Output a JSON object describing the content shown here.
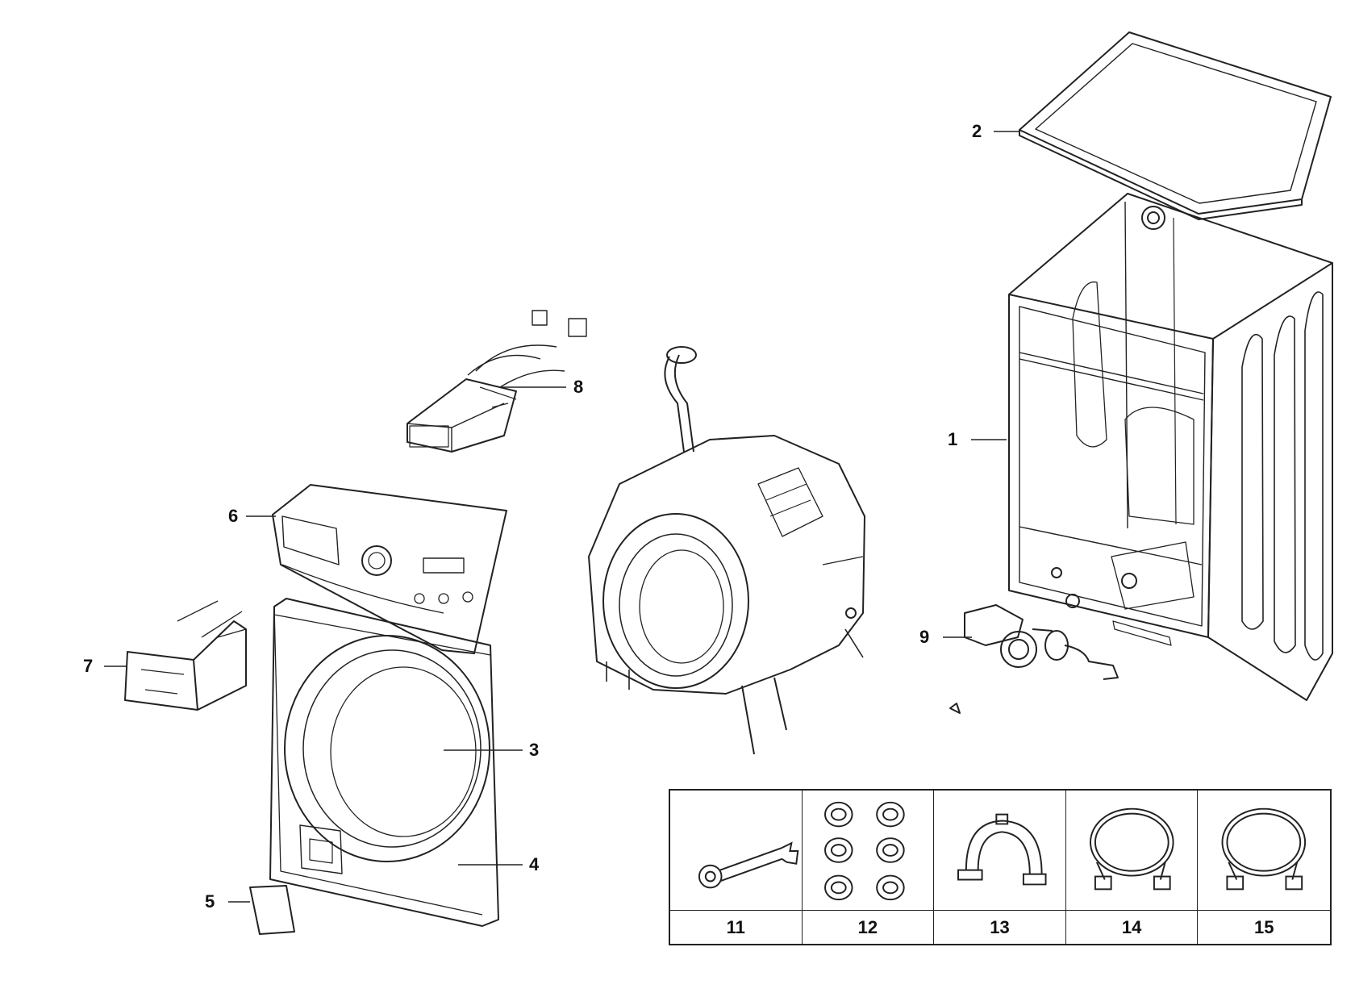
{
  "diagram": {
    "callouts": [
      {
        "id": "1",
        "label": "1"
      },
      {
        "id": "2",
        "label": "2"
      },
      {
        "id": "3",
        "label": "3"
      },
      {
        "id": "4",
        "label": "4"
      },
      {
        "id": "5",
        "label": "5"
      },
      {
        "id": "6",
        "label": "6"
      },
      {
        "id": "7",
        "label": "7"
      },
      {
        "id": "8",
        "label": "8"
      },
      {
        "id": "9",
        "label": "9"
      }
    ],
    "accessories": [
      {
        "label": "11",
        "icon": "wrench-icon"
      },
      {
        "label": "12",
        "icon": "caps-icon"
      },
      {
        "label": "13",
        "icon": "hose-guide-icon"
      },
      {
        "label": "14",
        "icon": "hose-icon"
      },
      {
        "label": "15",
        "icon": "hose-icon"
      }
    ],
    "colors": {
      "line": "#222222",
      "background": "#ffffff"
    }
  }
}
